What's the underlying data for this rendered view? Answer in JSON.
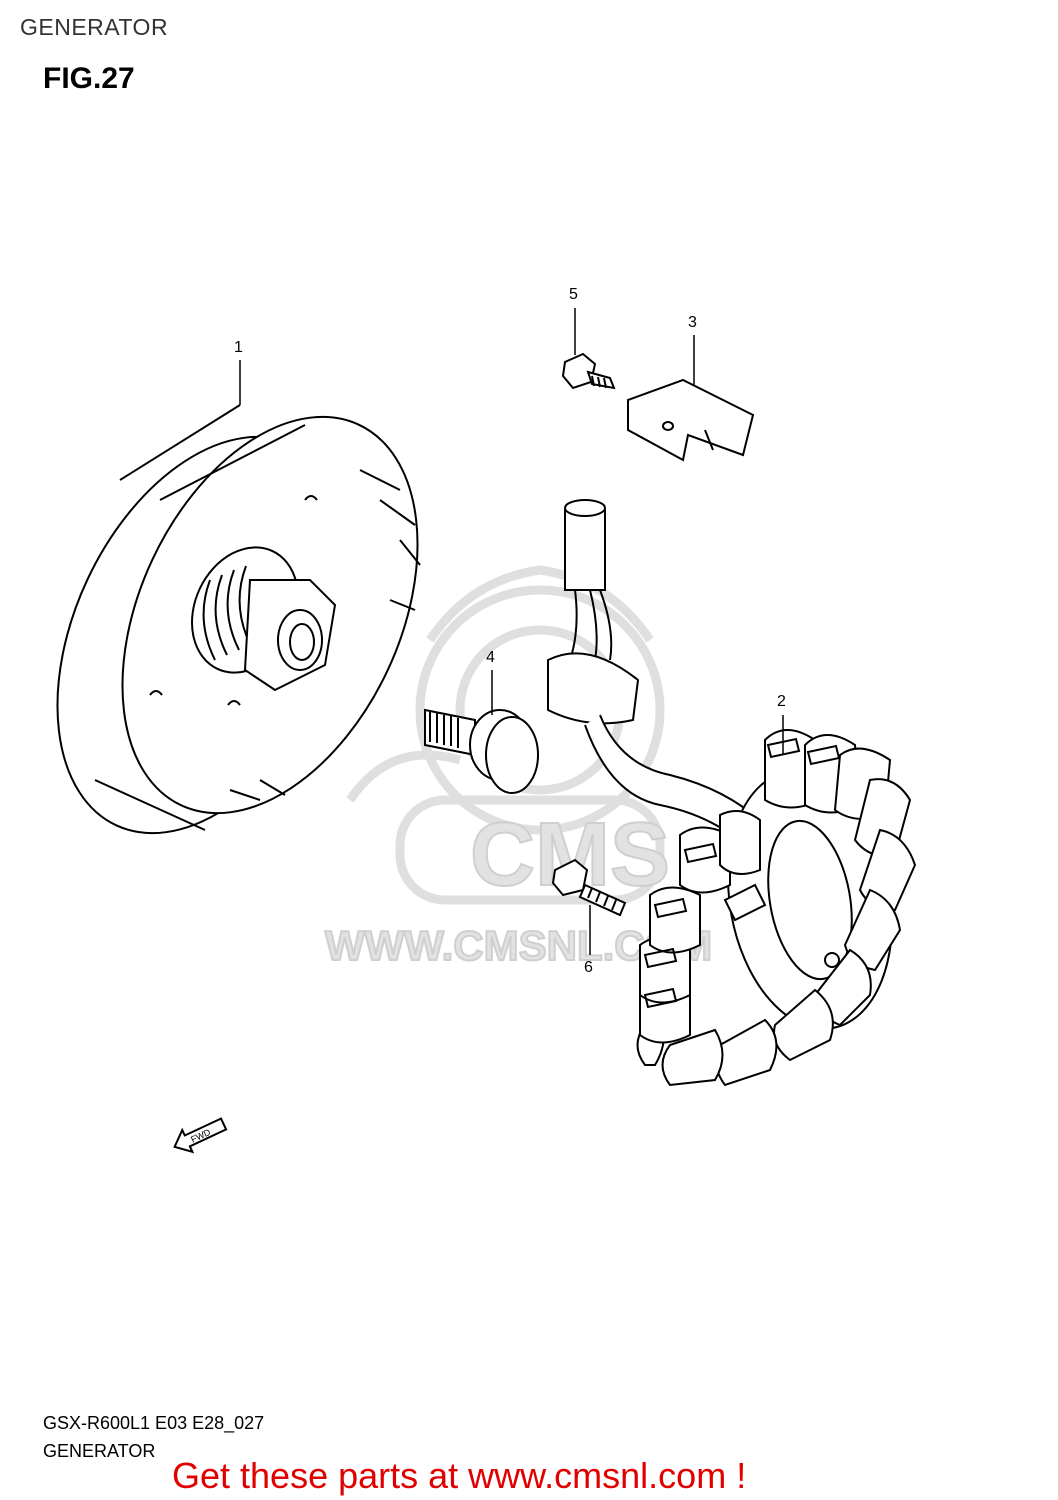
{
  "header": {
    "title": "GENERATOR"
  },
  "figure": {
    "label": "FIG.27"
  },
  "callouts": {
    "c1": "1",
    "c2": "2",
    "c3": "3",
    "c4": "4",
    "c5": "5",
    "c6": "6"
  },
  "fwd_arrow": {
    "label": "FWD"
  },
  "watermark": {
    "logo": "CMS",
    "url": "WWW.CMSNL.COM"
  },
  "footer": {
    "model": "GSX-R600L1 E03 E28_027",
    "name": "GENERATOR",
    "cta": "Get these parts at www.cmsnl.com !"
  },
  "colors": {
    "cta": "#e00000",
    "line": "#000000",
    "watermark": "#d8d8d8"
  }
}
